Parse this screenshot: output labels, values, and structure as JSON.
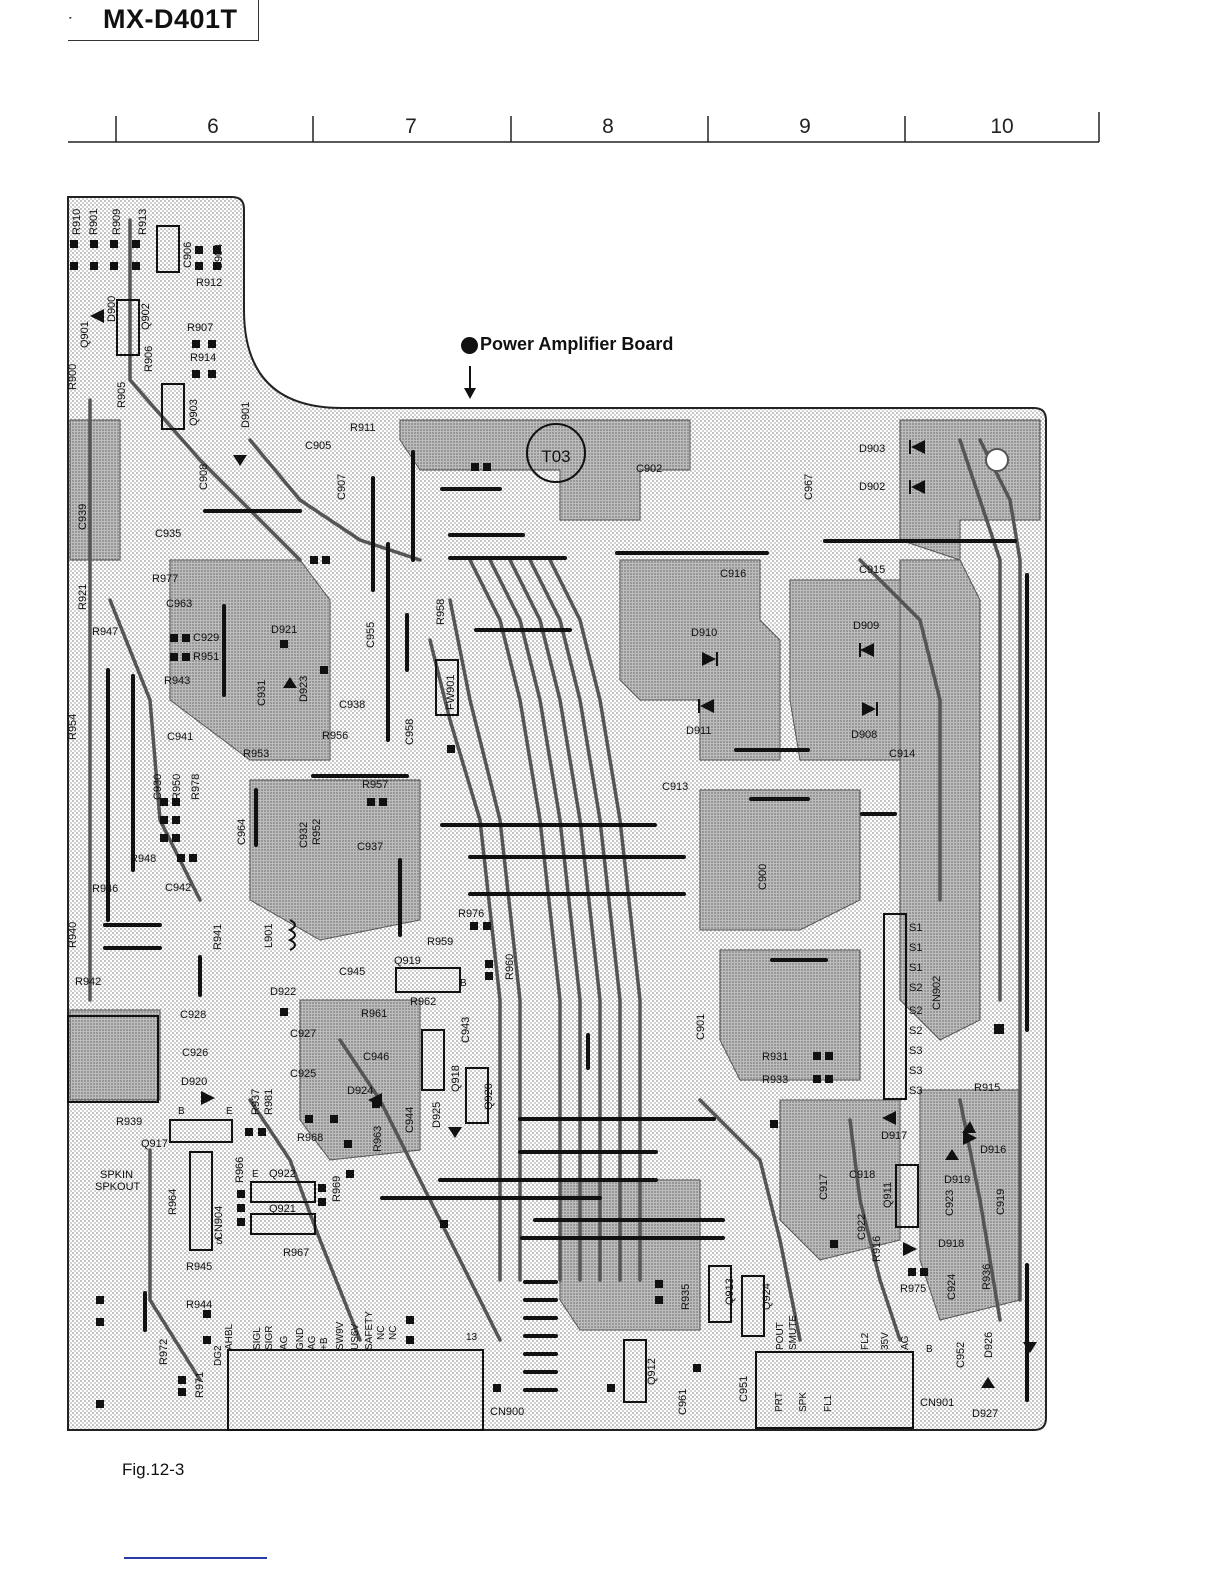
{
  "header": {
    "model": "MX-D401T",
    "marker": "˙"
  },
  "grid": {
    "columns": [
      "6",
      "7",
      "8",
      "9",
      "10"
    ]
  },
  "board": {
    "caption": "Power Amplifier Board",
    "label_t03": "T03",
    "components": {
      "R911": "R911",
      "C905": "C905",
      "C907": "C907",
      "C902": "C902",
      "C967": "C967",
      "D903": "D903",
      "D902": "D902",
      "C935": "C935",
      "C939": "C939",
      "R977": "R977",
      "C963": "C963",
      "R921": "R921",
      "R947": "R947",
      "C929": "C929",
      "R951": "R951",
      "R943": "R943",
      "C941": "C941",
      "D921": "D921",
      "D923": "D923",
      "C931": "C931",
      "C938": "C938",
      "R956": "R956",
      "R953": "R953",
      "C955": "C955",
      "R958": "R958",
      "C958": "C958",
      "FW901": "FW901",
      "C916": "C916",
      "C915": "C915",
      "D910": "D910",
      "D909": "D909",
      "D911": "D911",
      "D908": "D908",
      "C914": "C914",
      "C913": "C913",
      "R957": "R957",
      "C937": "C937",
      "C932": "C932",
      "R952": "R952",
      "C964": "C964",
      "R948": "R948",
      "C930": "C930",
      "R950": "R950",
      "R978": "R978",
      "R954": "R954",
      "C900": "C900",
      "R946": "R946",
      "C942": "C942",
      "R940": "R940",
      "R941": "R941",
      "L901": "L901",
      "R976": "R976",
      "R959": "R959",
      "R960": "R960",
      "Q919": "Q919",
      "C945": "C945",
      "R942": "R942",
      "D922": "D922",
      "R962": "R962",
      "R961": "R961",
      "C928": "C928",
      "C927": "C927",
      "C926": "C926",
      "C946": "C946",
      "C925": "C925",
      "D920": "D920",
      "D924": "D924",
      "C901": "C901",
      "R931": "R931",
      "R933": "R933",
      "CN902": "CN902",
      "R915": "R915",
      "Q918": "Q918",
      "Q920": "Q920",
      "C943": "C943",
      "R939": "R939",
      "R937": "R937",
      "R981": "R981",
      "Q917": "Q917",
      "C944": "C944",
      "D925": "D925",
      "R963": "R963",
      "R968": "R968",
      "D917": "D917",
      "D916": "D916",
      "C918": "C918",
      "C917": "C917",
      "D919": "D919",
      "Q911": "Q911",
      "C923": "C923",
      "C919": "C919",
      "C922": "C922",
      "R916": "R916",
      "D918": "D918",
      "R966": "R966",
      "Q922": "Q922",
      "Q921": "Q921",
      "R969": "R969",
      "R964": "R964",
      "CN904": "CN904",
      "R967": "R967",
      "R945": "R945",
      "R944": "R944",
      "R935": "R935",
      "Q913": "Q913",
      "Q924": "Q924",
      "R975": "R975",
      "C924": "C924",
      "R936": "R936",
      "R972": "R972",
      "R971": "R971",
      "Q912": "Q912",
      "C961": "C961",
      "C951": "C951",
      "C952": "C952",
      "D926": "D926",
      "CN900": "CN900",
      "CN901": "CN901",
      "D927": "D927",
      "Q901": "Q901",
      "D900": "D900",
      "Q902": "Q902",
      "R906": "R906",
      "R905": "R905",
      "R907": "R907",
      "R914": "R914",
      "R912": "R912",
      "Q903": "Q903",
      "D901": "D901",
      "C906": "C906",
      "C908": "C908",
      "C904": "C904",
      "R910": "R910",
      "R901": "R901",
      "R909": "R909",
      "R913": "R913",
      "R900": "R900",
      "SPKIN": "SPKIN",
      "SPKOUT": "SPKOUT"
    },
    "cn902_pins": [
      "S1",
      "S1",
      "S1",
      "S2",
      "S2",
      "S2",
      "S3",
      "S3",
      "S3"
    ],
    "cn900_pins": [
      "AHBL",
      "DG2",
      "SIGL",
      "SIGR",
      "AG",
      "GND",
      "AG",
      "+B",
      "SW9V",
      "US6V",
      "SAFETY",
      "NC",
      "NC",
      "13"
    ],
    "cn901_pins": [
      "POUT",
      "SMUTE",
      "FL2",
      "35V",
      "AG",
      "B",
      "PRT",
      "SPK",
      "FL1"
    ],
    "pin_letters": [
      "B",
      "E",
      "E",
      "B",
      "S"
    ]
  },
  "footer": {
    "figure": "Fig.12-3"
  }
}
